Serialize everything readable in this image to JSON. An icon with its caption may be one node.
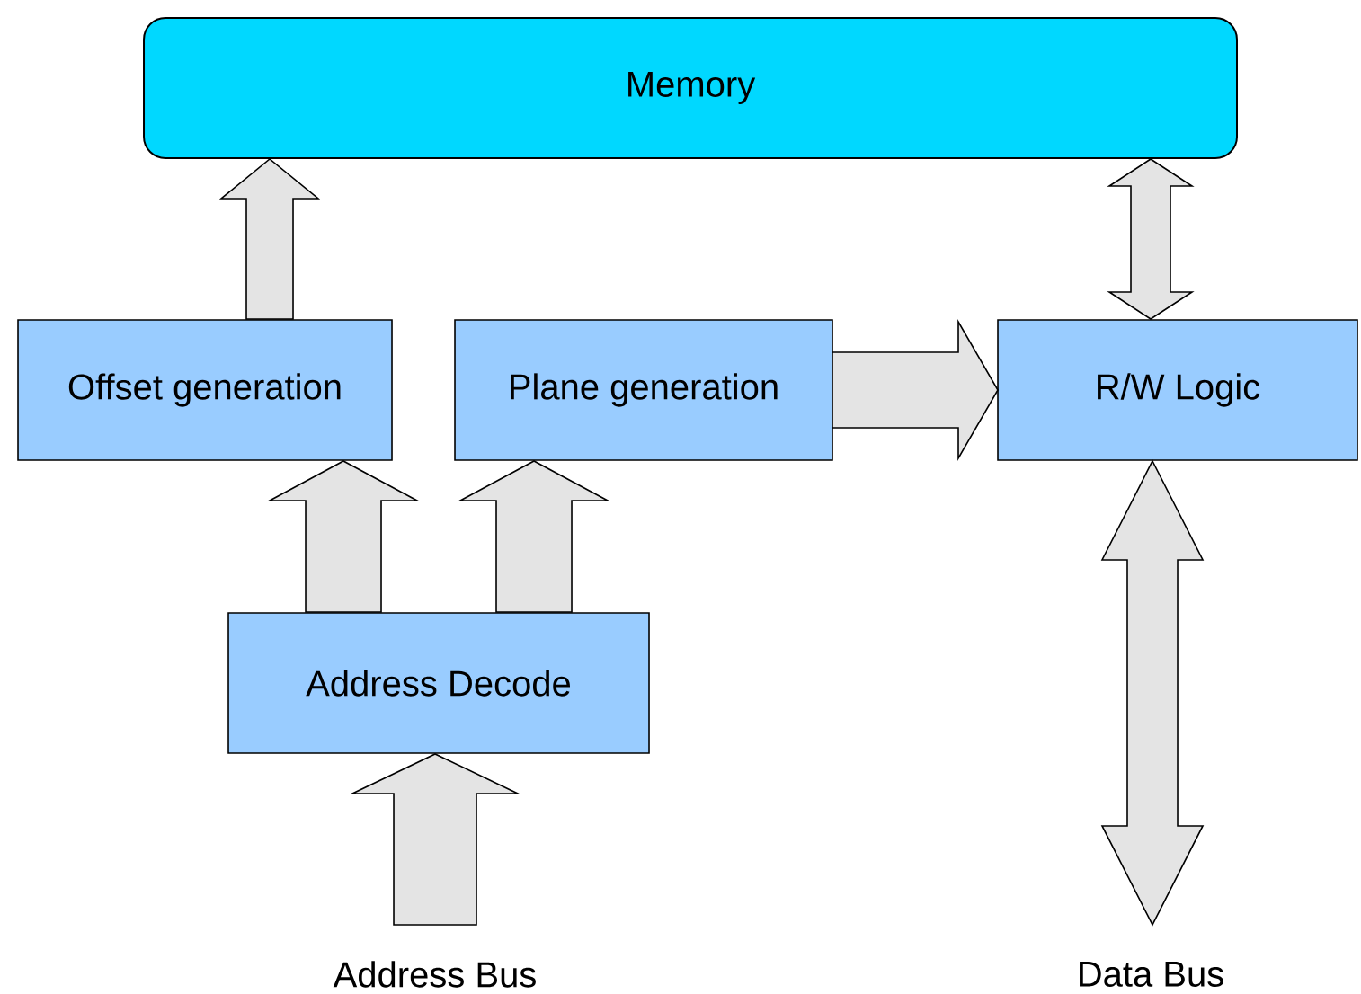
{
  "diagram": {
    "nodes": [
      {
        "text": [
          "Memory"
        ]
      },
      {
        "text": [
          "Offset generation"
        ]
      },
      {
        "text": [
          "Plane generation"
        ]
      },
      {
        "text": [
          "R/W Logic"
        ]
      },
      {
        "text": [
          "Address Decode"
        ]
      },
      {
        "text": [
          "Address Bus"
        ]
      },
      {
        "text": [
          "Data Bus"
        ]
      }
    ],
    "edges": [
      {
        "from": 1,
        "to": 0,
        "arrow": "to"
      },
      {
        "from": 2,
        "to": 3,
        "arrow": "to"
      },
      {
        "from": 0,
        "to": 3,
        "arrow": "both"
      },
      {
        "from": 4,
        "to": 1,
        "arrow": "to"
      },
      {
        "from": 4,
        "to": 2,
        "arrow": "to"
      },
      {
        "from": 5,
        "to": 4,
        "arrow": "to"
      },
      {
        "from": 3,
        "to": 6,
        "arrow": "both"
      }
    ]
  }
}
